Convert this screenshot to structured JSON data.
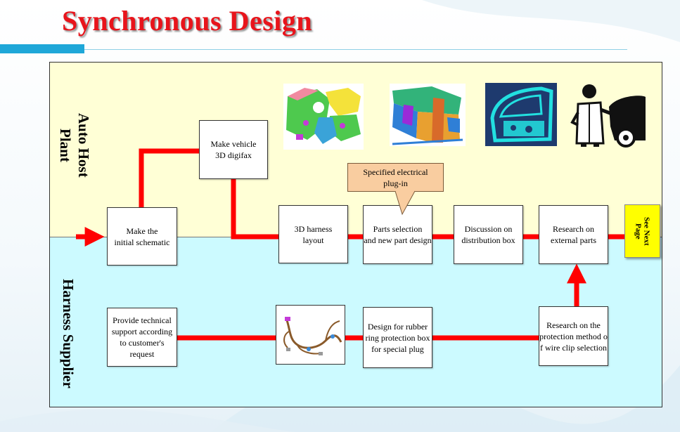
{
  "title": "Synchronous Design",
  "lanes": {
    "top": "Auto Host\nPlant",
    "bottom": "Harness Supplier"
  },
  "boxes": {
    "initial_schematic": "Make the\ninitial schematic",
    "vehicle_digifax": "Make vehicle\n3D digifax",
    "harness_layout": "3D harness\nlayout",
    "parts_selection": "Parts selection\nand new part design",
    "distribution_box": "Discussion on\ndistribution box",
    "external_parts": "Research on\nexternal parts",
    "technical_support": "Provide technical\nsupport according\nto customer's request",
    "rubber_ring": "Design for  rubber\nring protection box\nfor special plug",
    "protection_method": "Research on the\nprotection method o\nf wire clip selection"
  },
  "callout": "Specified electrical\nplug-in",
  "next_page": "See Next\nPage",
  "icons": {
    "cad_1": "cad-body-panel-icon",
    "cad_2": "cad-frame-structure-icon",
    "cad_3": "cad-door-frame-icon",
    "engineer": "engineer-car-icon",
    "harness": "wire-harness-icon"
  },
  "colors": {
    "title": "#e8141b",
    "connector": "#ff0000",
    "lane_top": "#ffffd6",
    "lane_bottom": "#ccfaff",
    "callout": "#f9cda0",
    "next_page": "#ffff00"
  }
}
